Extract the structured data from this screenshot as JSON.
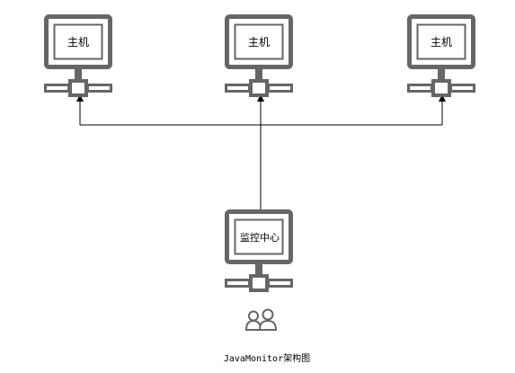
{
  "diagram": {
    "hosts": [
      {
        "label": "主机"
      },
      {
        "label": "主机"
      },
      {
        "label": "主机"
      }
    ],
    "monitor": {
      "label": "监控中心"
    },
    "users_icon": "users-icon",
    "caption": "JavaMonitor架构图",
    "colors": {
      "device": "#666666",
      "line": "#000000",
      "background": "#ffffff"
    }
  }
}
